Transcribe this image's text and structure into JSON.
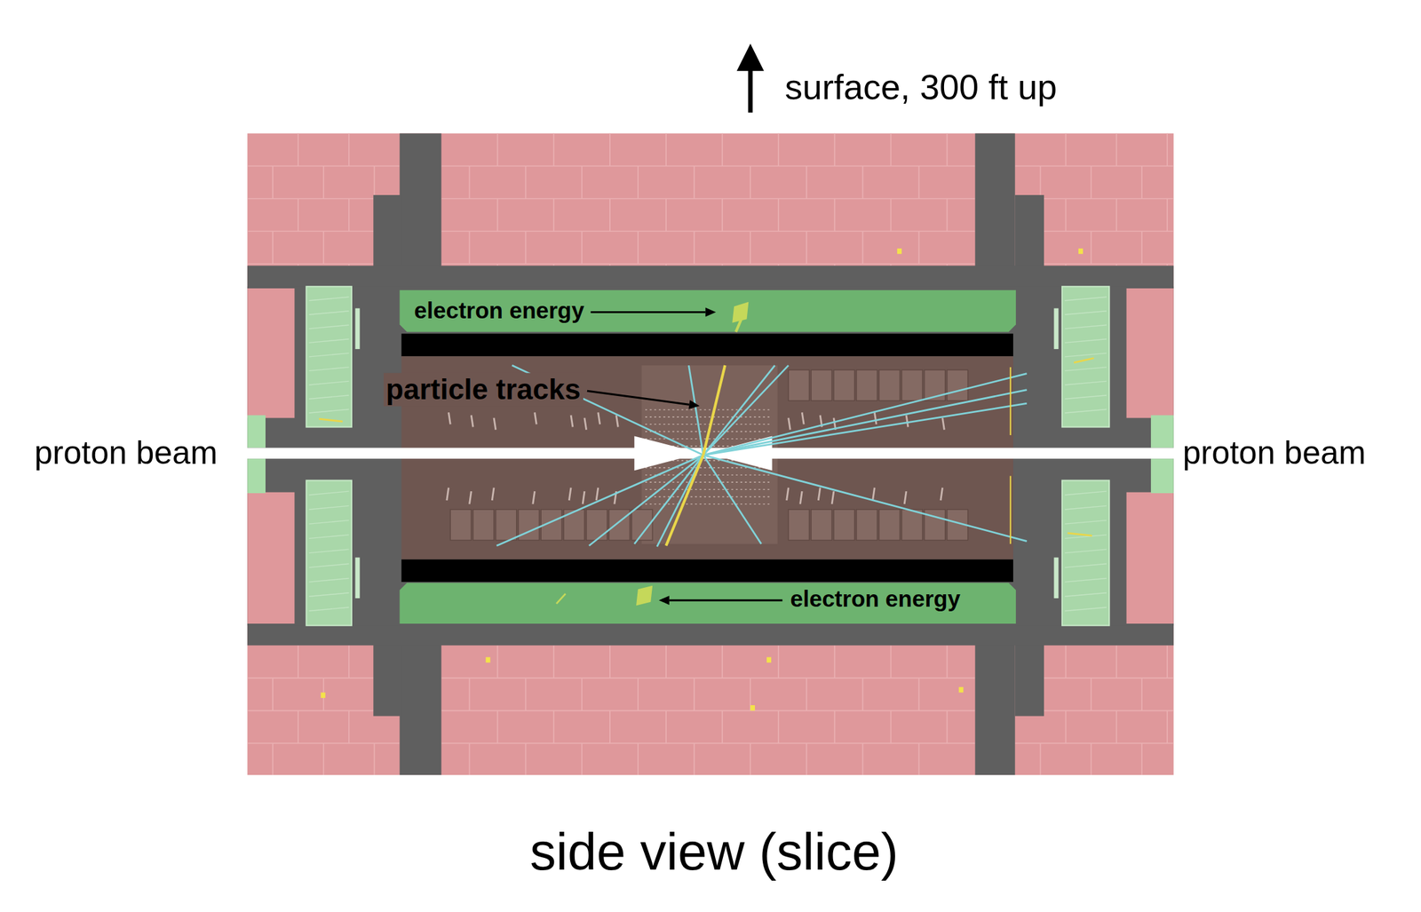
{
  "diagram": {
    "caption": "side view (slice)",
    "labels": [
      "surface, 300 ft up",
      "electron energy",
      "particle tracks",
      "proton beam",
      "proton beam",
      "electron energy"
    ]
  }
}
